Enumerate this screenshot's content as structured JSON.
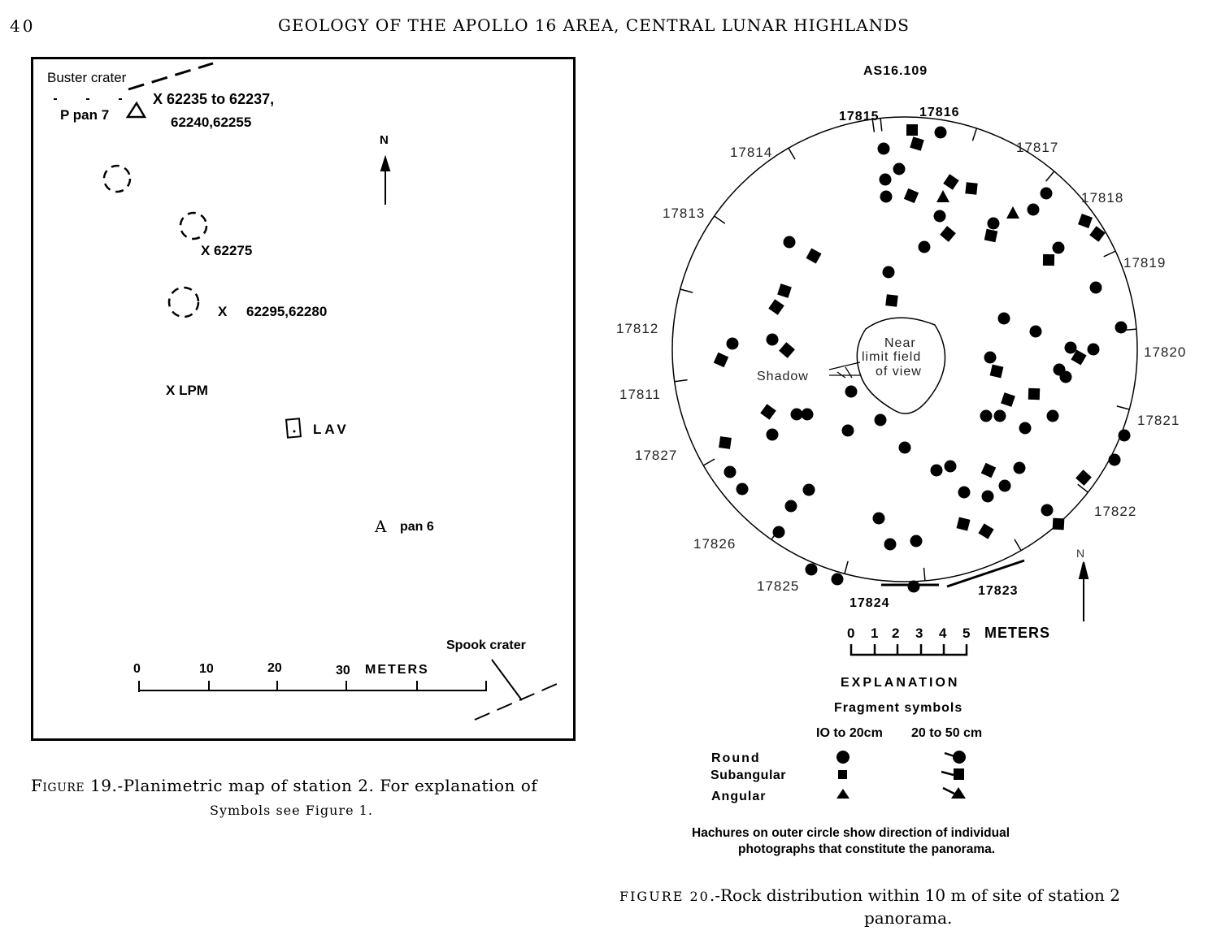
{
  "header": {
    "page_number": "40",
    "running_title": "GEOLOGY OF THE APOLLO 16 AREA, CENTRAL LUNAR HIGHLANDS"
  },
  "figure19": {
    "buster": "Buster crater",
    "ppan": "P pan 7",
    "samples1a": "62235 to  62237,",
    "samples1b": "62240,62255",
    "north": "N",
    "sample2": "X  62275",
    "sample3x": "X",
    "sample3": "62295,62280",
    "lpm": "LPM",
    "lav": "LAV",
    "pan6a": "A",
    "pan6": "pan  6",
    "spook": "Spook   crater",
    "scale": [
      "0",
      "10",
      "20",
      "30"
    ],
    "scale_unit": "METERS",
    "caption_label": "Figure 19",
    "caption": ".-Planimetric map of station 2. For explanation of",
    "caption2": "Symbols see Figure 1."
  },
  "figure20": {
    "photo_id": "AS16.109",
    "frames": [
      "17815",
      "17816",
      "17814",
      "17817",
      "17813",
      "17818",
      "17819",
      "17812",
      "17820",
      "17811",
      "17821",
      "17827",
      "17822",
      "17826",
      "17825",
      "17824",
      "17823"
    ],
    "near_field": [
      "Near",
      "limit field",
      "of view"
    ],
    "shadow": "Shadow",
    "north": "N",
    "scale": [
      "0",
      "1",
      "2",
      "3",
      "4",
      "5"
    ],
    "scale_unit": "METERS",
    "explanation": {
      "title": "EXPLANATION",
      "subtitle": "Fragment symbols",
      "col1": "IO to 20cm",
      "col2": "20 to 50 cm",
      "rows": [
        "Round",
        "Subangular",
        "Angular"
      ],
      "note1": "Hachures  on  outer  circle  show  direction  of  individual",
      "note2": "photographs  that  constitute  the  panorama."
    },
    "caption_label": "FIGURE 20",
    "caption": ".-Rock distribution within 10 m of site of station 2",
    "caption2": "panorama."
  }
}
